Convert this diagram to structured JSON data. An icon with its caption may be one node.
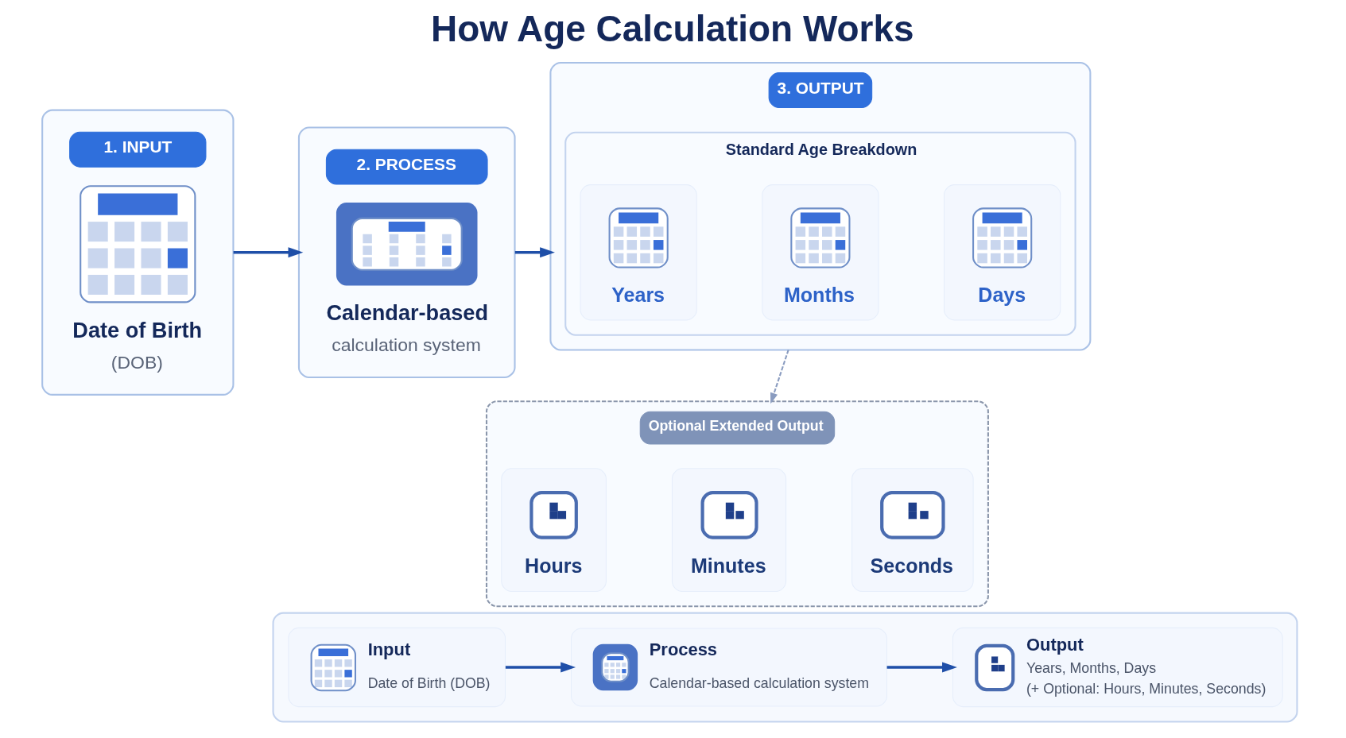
{
  "diagram": {
    "title": "How Age Calculation Works",
    "nodes": [
      {
        "text": [
          "1. INPUT",
          "Date of Birth",
          "(DOB)"
        ]
      },
      {
        "text": [
          "2. PROCESS",
          "Calendar-based",
          "calculation system"
        ]
      },
      {
        "text": [
          "3. OUTPUT"
        ]
      },
      {
        "text": [
          "Standard Age Breakdown"
        ],
        "in": 2
      },
      {
        "text": [
          "Years"
        ],
        "in": 3
      },
      {
        "text": [
          "Months"
        ],
        "in": 3
      },
      {
        "text": [
          "Days"
        ],
        "in": 3
      },
      {
        "text": [
          "Optional Extended Output"
        ]
      },
      {
        "text": [
          "Hours"
        ],
        "in": 7
      },
      {
        "text": [
          "Minutes"
        ],
        "in": 7
      },
      {
        "text": [
          "Seconds"
        ],
        "in": 7
      },
      {
        "text": [],
        "shape": "box"
      },
      {
        "text": [
          "Input",
          "Date of Birth (DOB)"
        ],
        "in": 11
      },
      {
        "text": [
          "Process",
          "Calendar-based calculation system"
        ],
        "in": 11
      },
      {
        "text": [
          "Output",
          "Years, Months, Days",
          "(+ Optional: Hours, Minutes, Seconds)"
        ],
        "in": 11
      }
    ],
    "edges": [
      {
        "from": 0,
        "to": 1,
        "arrow": "to"
      },
      {
        "from": 1,
        "to": 2,
        "arrow": "to"
      },
      {
        "from": 2,
        "to": 7,
        "arrow": "to",
        "style": "dashed",
        "color": "#8a9cc0"
      },
      {
        "from": 12,
        "to": 13,
        "arrow": "to"
      },
      {
        "from": 13,
        "to": 14,
        "arrow": "to"
      }
    ]
  }
}
